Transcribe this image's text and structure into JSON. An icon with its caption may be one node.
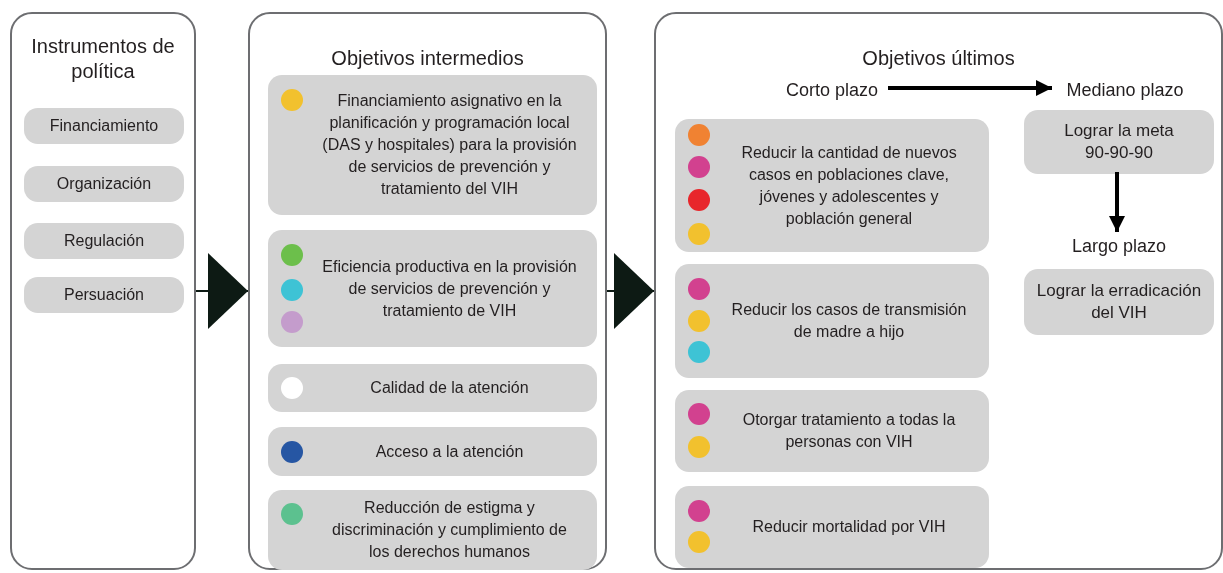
{
  "diagram": {
    "nodes": [
      {
        "text": [
          "Instrumentos de política"
        ]
      },
      {
        "text": [
          "Financiamiento"
        ],
        "in": 0
      },
      {
        "text": [
          "Organización"
        ],
        "in": 0
      },
      {
        "text": [
          "Regulación"
        ],
        "in": 0
      },
      {
        "text": [
          "Persuación"
        ],
        "in": 0
      },
      {
        "text": [
          "Objetivos intermedios"
        ]
      },
      {
        "text": [
          "Financiamiento asignativo en la planificación y programación local (DAS y hospitales) para  la provisión de servicios de prevención y tratamiento del VIH"
        ],
        "in": 5
      },
      {
        "text": [
          "Eficiencia productiva en la provisión de servicios de prevención y tratamiento de VIH"
        ],
        "in": 5
      },
      {
        "text": [
          "Calidad de la atención"
        ],
        "in": 5
      },
      {
        "text": [
          "Acceso a la atención"
        ],
        "in": 5
      },
      {
        "text": [
          "Reducción de estigma y discriminación y cumplimiento de los derechos humanos"
        ],
        "in": 5
      },
      {
        "text": [
          "Objetivos últimos"
        ]
      },
      {
        "text": [
          "Corto plazo"
        ],
        "in": 11
      },
      {
        "text": [
          "Mediano plazo"
        ],
        "in": 11
      },
      {
        "text": [
          "Reducir la cantidad de nuevos casos en poblaciones clave, jóvenes y adolescentes y población general"
        ],
        "in": 11
      },
      {
        "text": [
          "Reducir los casos de transmisión de madre a hijo"
        ],
        "in": 11
      },
      {
        "text": [
          "Otorgar tratamiento a todas la personas con VIH"
        ],
        "in": 11
      },
      {
        "text": [
          "Reducir mortalidad por VIH"
        ],
        "in": 11
      },
      {
        "text": [
          "Lograr la meta 90-90-90"
        ],
        "in": 11
      },
      {
        "text": [
          "Largo plazo"
        ],
        "in": 11
      },
      {
        "text": [
          "Lograr la erradicación del VIH"
        ],
        "in": 11
      }
    ],
    "edges": [
      {
        "from": 0,
        "to": 5,
        "arrow": "to"
      },
      {
        "from": 5,
        "to": 11,
        "arrow": "to"
      },
      {
        "from": 12,
        "to": 13,
        "arrow": "to",
        "style": "thick"
      },
      {
        "from": 18,
        "to": 19,
        "arrow": "to",
        "style": "thick"
      }
    ]
  }
}
